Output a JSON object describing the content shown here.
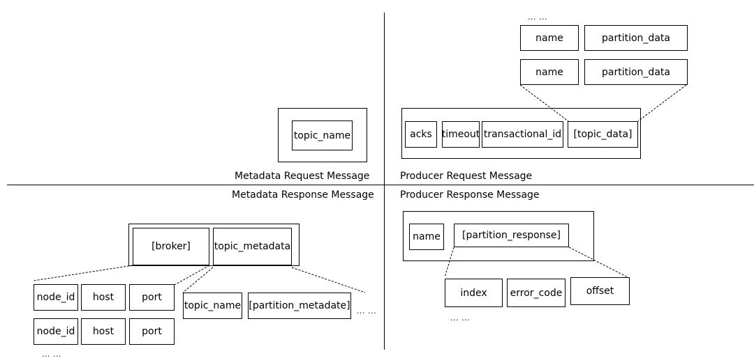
{
  "colors": {
    "ink": "#000000",
    "background": "#ffffff"
  },
  "metadata_request": {
    "caption": "Metadata Request Message",
    "field": "topic_name"
  },
  "producer_request": {
    "caption": "Producer Request Message",
    "fields": [
      "acks",
      "timeout",
      "transactional_id",
      "[topic_data]"
    ],
    "topic_data_rows": [
      {
        "name": "name",
        "partition_data": "partition_data"
      },
      {
        "name": "name",
        "partition_data": "partition_data"
      }
    ],
    "ellipsis": "... ..."
  },
  "metadata_response": {
    "caption": "Metadata Response Message",
    "fields": [
      "[broker]",
      "topic_metadata"
    ],
    "broker_rows": [
      {
        "node_id": "node_id",
        "host": "host",
        "port": "port"
      },
      {
        "node_id": "node_id",
        "host": "host",
        "port": "port"
      }
    ],
    "broker_ellipsis": "... ...",
    "topic_metadata_fields": [
      "topic_name",
      "[partition_metadate]"
    ],
    "topic_metadata_ellipsis": "... ..."
  },
  "producer_response": {
    "caption": "Producer Response Message",
    "fields": [
      "name",
      "[partition_response]"
    ],
    "partition_response_fields": [
      "index",
      "error_code",
      "offset"
    ],
    "ellipsis": "... ..."
  }
}
